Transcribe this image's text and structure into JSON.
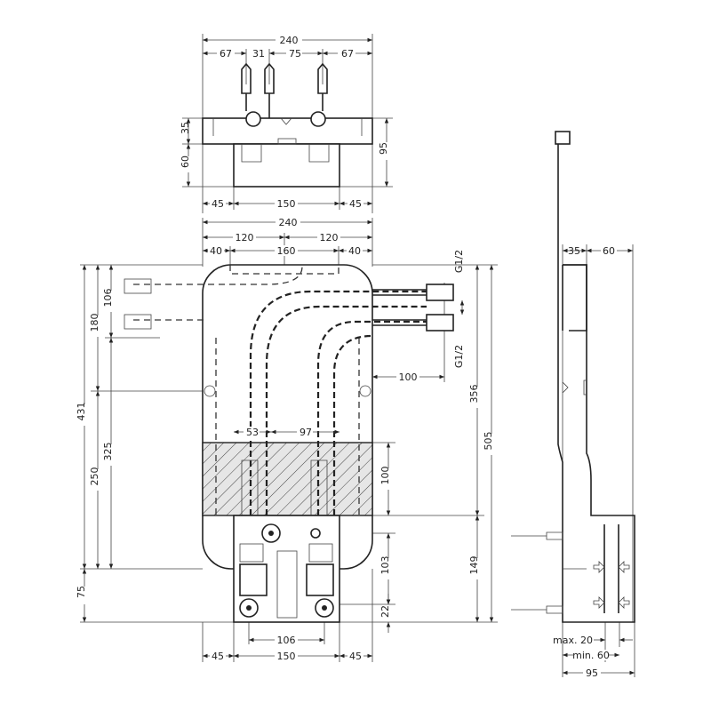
{
  "top_view": {
    "overall_width": "240",
    "segments": [
      "67",
      "31",
      "75",
      "67"
    ],
    "height_upper": "35",
    "height_lower": "60",
    "total_height": "95",
    "bottom_segments": [
      "45",
      "150",
      "45"
    ]
  },
  "front_view": {
    "overall_width": "240",
    "halves": [
      "120",
      "120"
    ],
    "segments": [
      "40",
      "160",
      "40"
    ],
    "left_dims": [
      "431",
      "180",
      "106",
      "325",
      "250",
      "75"
    ],
    "thread_labels": [
      "G1/2",
      "G1/2"
    ],
    "outlet_offset": "100",
    "right_dims": [
      "356",
      "505",
      "149",
      "100",
      "103",
      "22"
    ],
    "inner_dims": [
      "53",
      "97"
    ],
    "bottom_inner": "106",
    "bottom_segments": [
      "45",
      "150",
      "45"
    ]
  },
  "side_view": {
    "top_dims": [
      "35",
      "60"
    ],
    "max_label": "max. 20",
    "min_label": "min. 60",
    "depth": "95"
  }
}
